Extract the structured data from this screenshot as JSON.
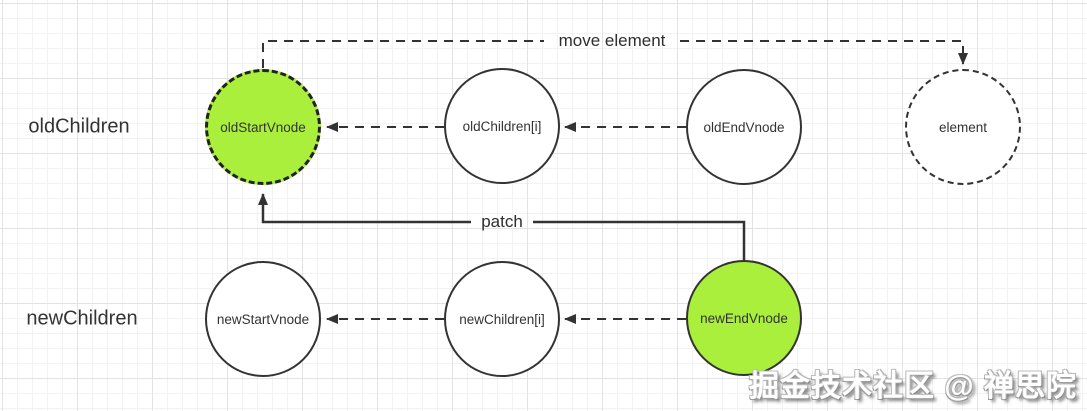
{
  "rows": {
    "old_label": "oldChildren",
    "new_label": "newChildren"
  },
  "nodes": {
    "old_start": "oldStartVnode",
    "old_item": "oldChildren[i]",
    "old_end": "oldEndVnode",
    "element": "element",
    "new_start": "newStartVnode",
    "new_item": "newChildren[i]",
    "new_end": "newEndVnode"
  },
  "edges": {
    "move_label": "move element",
    "patch_label": "patch"
  },
  "colors": {
    "highlight": "#a9ef3b",
    "stroke": "#333333"
  },
  "watermark": "掘金技术社区 @ 禅思院"
}
